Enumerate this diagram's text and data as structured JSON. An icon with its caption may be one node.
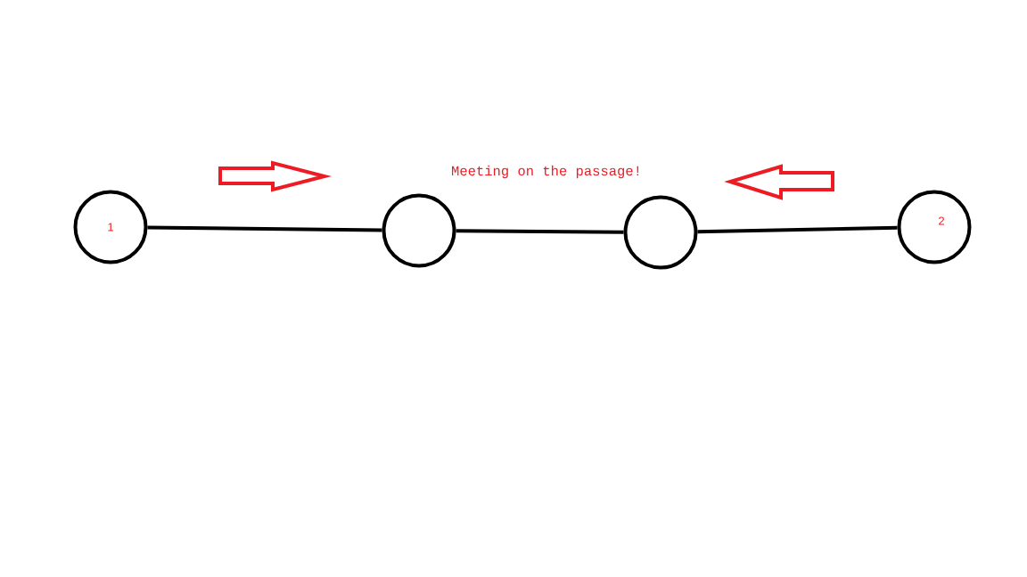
{
  "diagram": {
    "nodes": [
      {
        "text": [
          "1"
        ]
      },
      {
        "text": [],
        "shape": "circle"
      },
      {
        "text": [],
        "shape": "circle"
      },
      {
        "text": [
          "2"
        ]
      }
    ],
    "edges": [
      {
        "from": 0,
        "to": 1,
        "arrow": "none"
      },
      {
        "from": 1,
        "to": 2,
        "arrow": "none"
      },
      {
        "from": 2,
        "to": 3,
        "arrow": "none"
      }
    ],
    "labels": [
      "Meeting on the passage!"
    ]
  }
}
